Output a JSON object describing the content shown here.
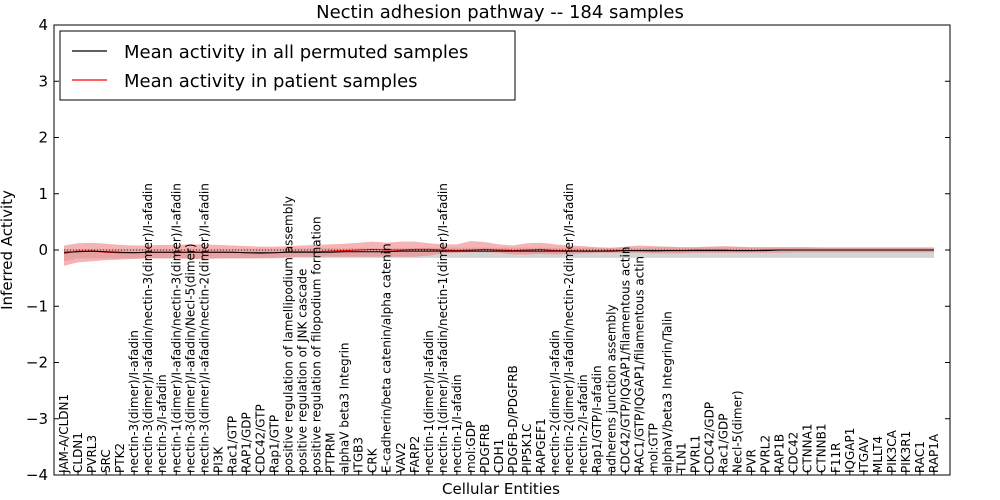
{
  "chart_data": {
    "type": "line",
    "title": "Nectin adhesion pathway -- 184 samples",
    "xlabel": "Cellular Entities",
    "ylabel": "Inferred Activity",
    "ylim": [
      -4,
      4
    ],
    "yticks": [
      -4,
      -3,
      -2,
      -1,
      0,
      1,
      2,
      3,
      4
    ],
    "ytick_labels": [
      "−4",
      "−3",
      "−2",
      "−1",
      "0",
      "1",
      "2",
      "3",
      "4"
    ],
    "grid": false,
    "legend_position": "top-left",
    "colors": {
      "permuted": "#000000",
      "patient": "#ff0000",
      "patient_band": "#f08080",
      "permuted_band": "#b0b0b0"
    },
    "categories": [
      "JAM-A/CLDN1",
      "CLDN1",
      "PVRL3",
      "SRC",
      "PTK2",
      "nectin-3(dimer)/I-afadin",
      "nectin-3(dimer)/I-afadin/nectin-3(dimer)/I-afadin",
      "nectin-3/I-afadin",
      "nectin-1(dimer)/I-afadin/nectin-3(dimer)/I-afadin",
      "nectin-3(dimer)/I-afadin/Necl-5(dimer)",
      "nectin-3(dimer)/I-afadin/nectin-2(dimer)/I-afadin",
      "PI3K",
      "Rac1/GTP",
      "RAP1/GDP",
      "CDC42/GTP",
      "Rap1/GTP",
      "positive regulation of lamellipodium assembly",
      "positive regulation of JNK cascade",
      "positive regulation of filopodium formation",
      "PTPRM",
      "alphaV beta3 Integrin",
      "ITGB3",
      "CRK",
      "E-cadherin/beta catenin/alpha catenin",
      "VAV2",
      "FARP2",
      "nectin-1(dimer)/I-afadin",
      "nectin-1(dimer)/I-afadin/nectin-1(dimer)/I-afadin",
      "nectin-1/I-afadin",
      "mol:GDP",
      "PDGFRB",
      "CDH1",
      "PDGFB-D/PDGFRB",
      "PIP5K1C",
      "RAPGEF1",
      "nectin-2(dimer)/I-afadin",
      "nectin-2(dimer)/I-afadin/nectin-2(dimer)/I-afadin",
      "nectin-2/I-afadin",
      "Rap1/GTP/I-afadin",
      "adherens junction assembly",
      "CDC42/GTP/IQGAP1/filamentous actin",
      "RAC1/GTP/IQGAP1/filamentous actin",
      "mol:GTP",
      "alphaV/beta3 Integrin/Talin",
      "TLN1",
      "PVRL1",
      "CDC42/GDP",
      "Rac1/GDP",
      "Necl-5(dimer)",
      "PVR",
      "PVRL2",
      "RAP1B",
      "CDC42",
      "CTNNA1",
      "CTNNB1",
      "F11R",
      "IQGAP1",
      "ITGAV",
      "MLLT4",
      "PIK3CA",
      "PIK3R1",
      "RAC1",
      "RAP1A"
    ],
    "series": [
      {
        "name": "Mean activity in all permuted samples",
        "color": "#000000",
        "values": [
          -0.04,
          -0.03,
          -0.02,
          -0.03,
          -0.04,
          -0.05,
          -0.04,
          -0.04,
          -0.04,
          -0.04,
          -0.04,
          -0.04,
          -0.04,
          -0.05,
          -0.05,
          -0.05,
          -0.04,
          -0.04,
          -0.04,
          -0.04,
          -0.03,
          -0.03,
          -0.03,
          -0.03,
          -0.02,
          -0.02,
          -0.02,
          -0.02,
          -0.02,
          -0.02,
          -0.02,
          -0.02,
          -0.02,
          -0.02,
          -0.02,
          -0.02,
          -0.02,
          -0.02,
          -0.02,
          -0.02,
          -0.01,
          -0.01,
          -0.01,
          -0.01,
          -0.01,
          -0.01,
          -0.01,
          -0.01,
          -0.01,
          -0.01,
          -0.01,
          0,
          0,
          0,
          0,
          0,
          0,
          0,
          0,
          0,
          0,
          0,
          0
        ],
        "band_low": [
          -0.2,
          -0.15,
          -0.15,
          -0.15,
          -0.15,
          -0.15,
          -0.15,
          -0.15,
          -0.15,
          -0.15,
          -0.15,
          -0.15,
          -0.15,
          -0.15,
          -0.15,
          -0.15,
          -0.14,
          -0.14,
          -0.14,
          -0.14,
          -0.14,
          -0.14,
          -0.14,
          -0.14,
          -0.14,
          -0.14,
          -0.14,
          -0.14,
          -0.14,
          -0.14,
          -0.14,
          -0.14,
          -0.14,
          -0.14,
          -0.14,
          -0.14,
          -0.14,
          -0.14,
          -0.14,
          -0.14,
          -0.14,
          -0.14,
          -0.14,
          -0.14,
          -0.14,
          -0.14,
          -0.14,
          -0.14,
          -0.14,
          -0.14,
          -0.14,
          -0.14,
          -0.14,
          -0.14,
          -0.14,
          -0.14,
          -0.14,
          -0.14,
          -0.14,
          -0.14,
          -0.14,
          -0.14,
          -0.14
        ],
        "band_high": [
          0.02,
          0.02,
          0.02,
          0.02,
          0.02,
          0.02,
          0.02,
          0.02,
          0.02,
          0.02,
          0.02,
          0.02,
          0.02,
          0.02,
          0.02,
          0.02,
          0.02,
          0.03,
          0.03,
          0.03,
          0.03,
          0.03,
          0.03,
          0.03,
          0.03,
          0.03,
          0.04,
          0.04,
          0.04,
          0.04,
          0.04,
          0.04,
          0.04,
          0.04,
          0.04,
          0.04,
          0.04,
          0.04,
          0.04,
          0.04,
          0.04,
          0.04,
          0.05,
          0.05,
          0.05,
          0.05,
          0.05,
          0.05,
          0.05,
          0.05,
          0.05,
          0.05,
          0.05,
          0.05,
          0.05,
          0.05,
          0.05,
          0.05,
          0.05,
          0.05,
          0.05,
          0.05,
          0.05
        ]
      },
      {
        "name": "Mean activity in patient samples",
        "color": "#ff0000",
        "values": [
          -0.06,
          -0.02,
          -0.02,
          -0.04,
          -0.05,
          -0.05,
          -0.04,
          -0.04,
          -0.04,
          -0.04,
          -0.04,
          -0.04,
          -0.04,
          -0.05,
          -0.06,
          -0.05,
          -0.03,
          -0.03,
          -0.03,
          -0.02,
          -0.01,
          0,
          0.01,
          0,
          0,
          0.01,
          0.01,
          0,
          -0.01,
          0,
          0.01,
          0,
          -0.01,
          0,
          0.01,
          -0.01,
          -0.01,
          -0.02,
          -0.02,
          -0.01,
          -0.01,
          -0.01,
          -0.02,
          -0.01,
          -0.01,
          0,
          0,
          0,
          -0.01,
          -0.01,
          0,
          0,
          0,
          0,
          0,
          0,
          0,
          0,
          0,
          0,
          0,
          0,
          0
        ],
        "band_low": [
          -0.28,
          -0.22,
          -0.2,
          -0.18,
          -0.17,
          -0.16,
          -0.15,
          -0.15,
          -0.15,
          -0.16,
          -0.16,
          -0.15,
          -0.15,
          -0.15,
          -0.15,
          -0.14,
          -0.13,
          -0.12,
          -0.12,
          -0.12,
          -0.12,
          -0.12,
          -0.12,
          -0.12,
          -0.12,
          -0.12,
          -0.1,
          -0.06,
          -0.05,
          -0.04,
          -0.04,
          -0.05,
          -0.08,
          -0.08,
          -0.07,
          -0.08,
          -0.07,
          -0.06,
          -0.05,
          -0.05,
          -0.05,
          -0.05,
          -0.06,
          -0.06,
          -0.06,
          -0.05,
          -0.05,
          -0.05,
          -0.05,
          -0.05,
          -0.05,
          -0.05,
          -0.04,
          -0.04,
          -0.04,
          -0.04,
          -0.04,
          -0.04,
          -0.04,
          -0.04,
          -0.04,
          -0.04,
          -0.04
        ],
        "band_high": [
          0.08,
          0.12,
          0.13,
          0.11,
          0.09,
          0.08,
          0.08,
          0.09,
          0.09,
          0.1,
          0.1,
          0.09,
          0.08,
          0.07,
          0.06,
          0.06,
          0.07,
          0.08,
          0.09,
          0.1,
          0.11,
          0.13,
          0.15,
          0.13,
          0.15,
          0.15,
          0.12,
          0.1,
          0.1,
          0.16,
          0.14,
          0.1,
          0.08,
          0.12,
          0.13,
          0.1,
          0.08,
          0.07,
          0.05,
          0.04,
          0.06,
          0.08,
          0.07,
          0.06,
          0.05,
          0.05,
          0.06,
          0.07,
          0.06,
          0.05,
          0.05,
          0.05,
          0.05,
          0.05,
          0.04,
          0.04,
          0.04,
          0.04,
          0.04,
          0.04,
          0.04,
          0.04,
          0.04
        ]
      }
    ]
  }
}
